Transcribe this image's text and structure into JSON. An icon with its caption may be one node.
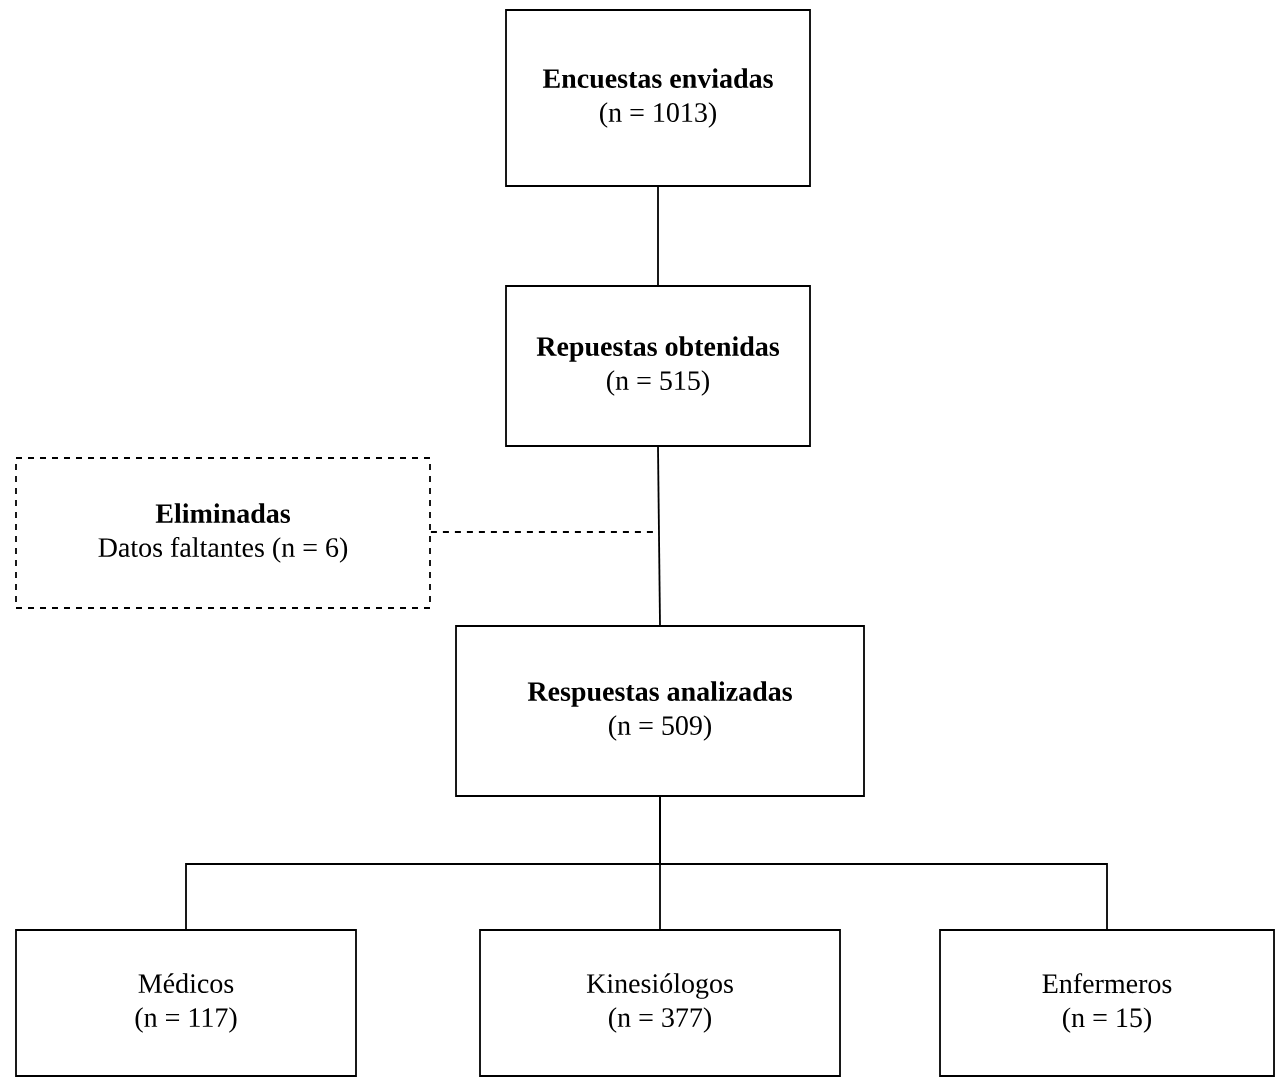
{
  "diagram": {
    "nodes": [
      {
        "text": [
          "Encuestas enviadas",
          "(n = 1013)"
        ]
      },
      {
        "text": [
          "Repuestas obtenidas",
          "(n = 515)"
        ]
      },
      {
        "text": [
          "Eliminadas",
          "Datos faltantes (n = 6)"
        ]
      },
      {
        "text": [
          "Respuestas analizadas",
          "(n = 509)"
        ]
      },
      {
        "text": [
          "Médicos",
          "(n = 117)"
        ]
      },
      {
        "text": [
          "Kinesiólogos",
          "(n = 377)"
        ]
      },
      {
        "text": [
          "Enfermeros",
          "(n = 15)"
        ]
      }
    ],
    "edges": [
      {
        "from": 0,
        "to": 1,
        "arrow": "none"
      },
      {
        "from": 1,
        "to": 3,
        "arrow": "none"
      },
      {
        "from": 2,
        "to": null,
        "arrow": "none",
        "style": "dashed"
      },
      {
        "from": 3,
        "to": 4,
        "arrow": "none"
      },
      {
        "from": 3,
        "to": 5,
        "arrow": "none"
      },
      {
        "from": 3,
        "to": 6,
        "arrow": "none"
      }
    ]
  }
}
